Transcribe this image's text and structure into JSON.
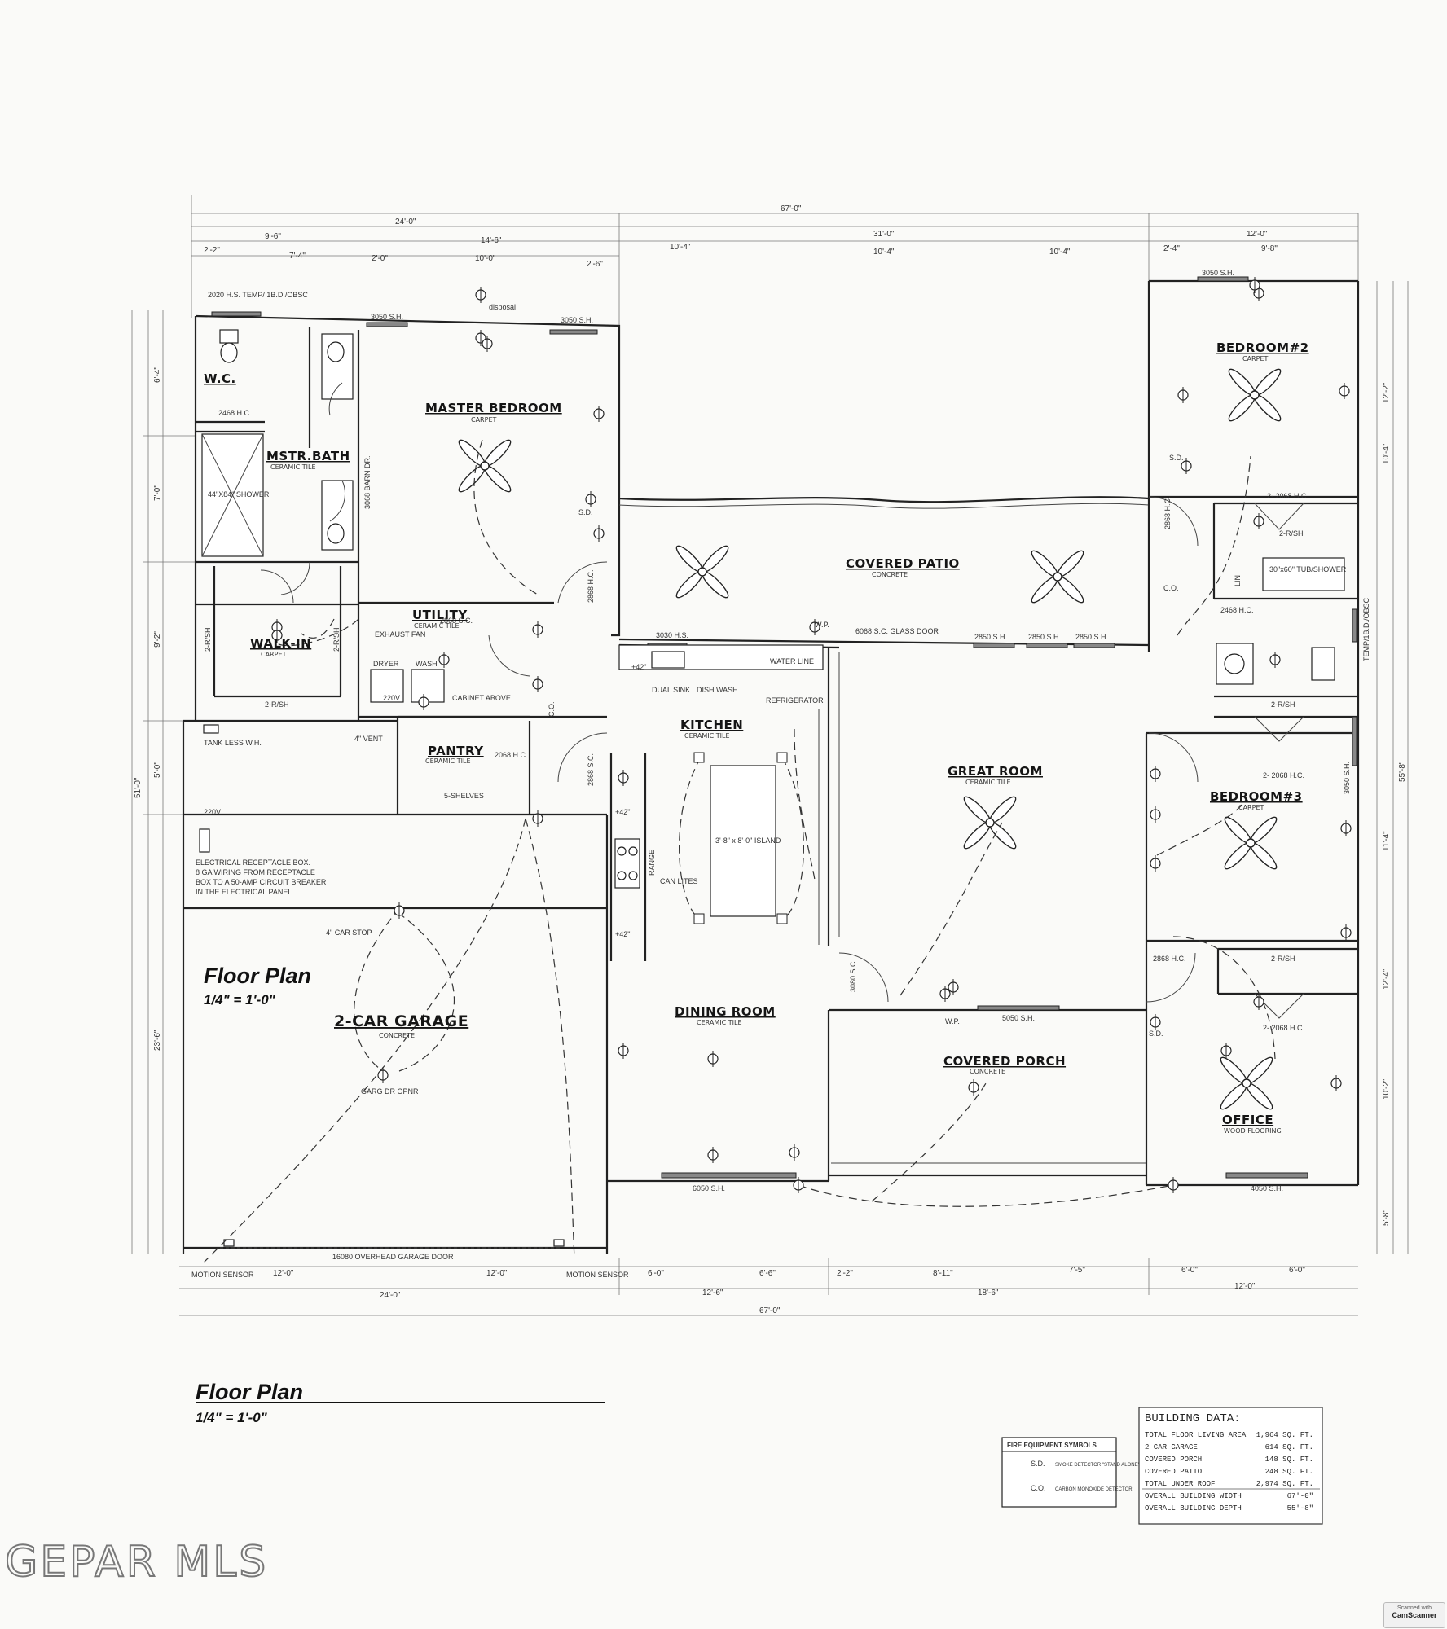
{
  "rooms": {
    "master_bedroom": {
      "name": "MASTER BEDROOM",
      "finish": "CARPET"
    },
    "wc": {
      "name": "W.C."
    },
    "mstr_bath": {
      "name": "MSTR.BATH",
      "finish": "CERAMIC TILE"
    },
    "walk_in": {
      "name": "WALK-IN",
      "finish": "CARPET"
    },
    "utility": {
      "name": "UTILITY",
      "finish": "CERAMIC TILE"
    },
    "pantry": {
      "name": "PANTRY",
      "finish": "CERAMIC TILE"
    },
    "covered_patio": {
      "name": "COVERED PATIO",
      "finish": "CONCRETE"
    },
    "kitchen": {
      "name": "KITCHEN",
      "finish": "CERAMIC TILE"
    },
    "great_room": {
      "name": "GREAT ROOM",
      "finish": "CERAMIC TILE"
    },
    "dining_room": {
      "name": "DINING ROOM",
      "finish": "CERAMIC TILE"
    },
    "covered_porch": {
      "name": "COVERED PORCH",
      "finish": "CONCRETE"
    },
    "garage": {
      "name": "2-CAR GARAGE",
      "finish": "CONCRETE"
    },
    "bedroom2": {
      "name": "BEDROOM#2",
      "finish": "CARPET"
    },
    "bedroom3": {
      "name": "BEDROOM#3",
      "finish": "CARPET"
    },
    "office": {
      "name": "OFFICE",
      "finish": "WOOD FLOORING"
    }
  },
  "titles": {
    "inner_title": "Floor Plan",
    "inner_scale": "1/4\" = 1'-0\"",
    "outer_title": "Floor Plan",
    "outer_scale": "1/4\" = 1'-0\""
  },
  "dimensions": {
    "top_overall": "67'-0\"",
    "top_left": "24'-0\"",
    "top_mid": "31'-0\"",
    "top_right": "12'-0\"",
    "top_row2": [
      "9'-6\"",
      "14'-6\"",
      "10'-4\"",
      "10'-4\"",
      "10'-4\"",
      "2'-4\"",
      "9'-8\""
    ],
    "top_row3": [
      "2'-2\"",
      "7'-4\"",
      "2'-0\"",
      "10'-0\"",
      "2'-6\""
    ],
    "left_overall": "51'-0\"",
    "left_parts": [
      "6'-4\"",
      "7'-0\"",
      "9'-2\"",
      "5'-0\"",
      "23'-6\""
    ],
    "right_overall": "55'-8\"",
    "right_parts": [
      "12'-2\"",
      "10'-4\"",
      "11'-4\"",
      "12'-4\"",
      "10'-2\"",
      "5'-8\""
    ],
    "bottom_row1": [
      "12'-0\"",
      "12'-0\"",
      "6'-0\"",
      "6'-6\"",
      "2'-2\"",
      "8'-11\"",
      "7'-5\"",
      "6'-0\"",
      "6'-0\""
    ],
    "bottom_row2": [
      "24'-0\"",
      "12'-6\"",
      "18'-6\"",
      "12'-0\""
    ],
    "bottom_overall": "67'-0\""
  },
  "notes": {
    "window_3050": "3050 S.H.",
    "window_2020": "2020 H.S. TEMP/ 1B.D./OBSC",
    "door_2468": "2468 H.C.",
    "door_2868": "2868 H.C.",
    "door_3068_barn": "3068 BARN DR.",
    "door_2868_sc": "2868 S.C.",
    "door_2068": "2068 H.C.",
    "shower": "44\"X84\" SHOWER",
    "shelf": "2-R/SH",
    "shelves": "5-SHELVES",
    "exhaust": "EXHAUST FAN",
    "dryer": "DRYER",
    "wash": "WASH",
    "cabinet": "CABINET ABOVE",
    "vent": "4\" VENT",
    "tankless": "TANK LESS W.H.",
    "v220": "220V",
    "receptacle_note": [
      "ELECTRICAL RECEPTACLE BOX.",
      "8 GA WIRING FROM RECEPTACLE",
      "BOX TO A 50-AMP CIRCUIT BREAKER",
      "IN THE ELECTRICAL PANEL"
    ],
    "car_stop": "4\" CAR STOP",
    "garage_opener": "GARG DR OPNR",
    "garage_door": "16080 OVERHEAD GARAGE DOOR",
    "motion_sensor": "MOTION SENSOR",
    "disposal": "disposal",
    "window_3030": "3030 H.S.",
    "dual_sink": "DUAL SINK",
    "dish_wash": "DISH WASH",
    "water_line": "WATER LINE",
    "refrigerator": "REFRIGERATOR",
    "glass_door": "6068 S.C. GLASS DOOR",
    "window_2850": "2850 S.H.",
    "island": "3'-8\" x 8'-0\" ISLAND",
    "range": "RANGE",
    "can_lites": "CAN LITES",
    "plus42": "+42\"",
    "door_3080_sc": "3080 S.C.",
    "window_5050": "5050 S.H.",
    "window_6050": "6050 S.H.",
    "window_4050": "4050 S.H.",
    "window_3050_sh": "3050 S.H.",
    "tub_shower": "30\"x60\" TUB/SHOWER",
    "lin": "LIN",
    "temp_obsc": "TEMP/1B.D./OBSC",
    "two_2068": "2- 2068 H.C.",
    "wp": "W.P.",
    "sd": "S.D.",
    "co": "C.O."
  },
  "fire_symbols": {
    "title": "FIRE EQUIPMENT SYMBOLS",
    "rows": [
      {
        "code": "S.D.",
        "desc": "SMOKE DETECTOR \"STAND ALONE\""
      },
      {
        "code": "C.O.",
        "desc": "CARBON MONOXIDE DETECTOR"
      }
    ]
  },
  "building_data": {
    "title": "BUILDING DATA:",
    "rows": [
      {
        "label": "TOTAL FLOOR LIVING AREA",
        "value": "1,964 SQ. FT."
      },
      {
        "label": "2 CAR GARAGE",
        "value": "614 SQ. FT."
      },
      {
        "label": "COVERED PORCH",
        "value": "148 SQ. FT."
      },
      {
        "label": "COVERED PATIO",
        "value": "248 SQ. FT."
      },
      {
        "label": "TOTAL UNDER ROOF",
        "value": "2,974 SQ. FT."
      },
      {
        "label": "OVERALL BUILDING WIDTH",
        "value": "67'-0\""
      },
      {
        "label": "OVERALL BUILDING DEPTH",
        "value": "55'-8\""
      }
    ]
  },
  "watermark": "GEPAR MLS",
  "scanner_badge": {
    "line1": "Scanned with",
    "line2": "CamScanner"
  }
}
